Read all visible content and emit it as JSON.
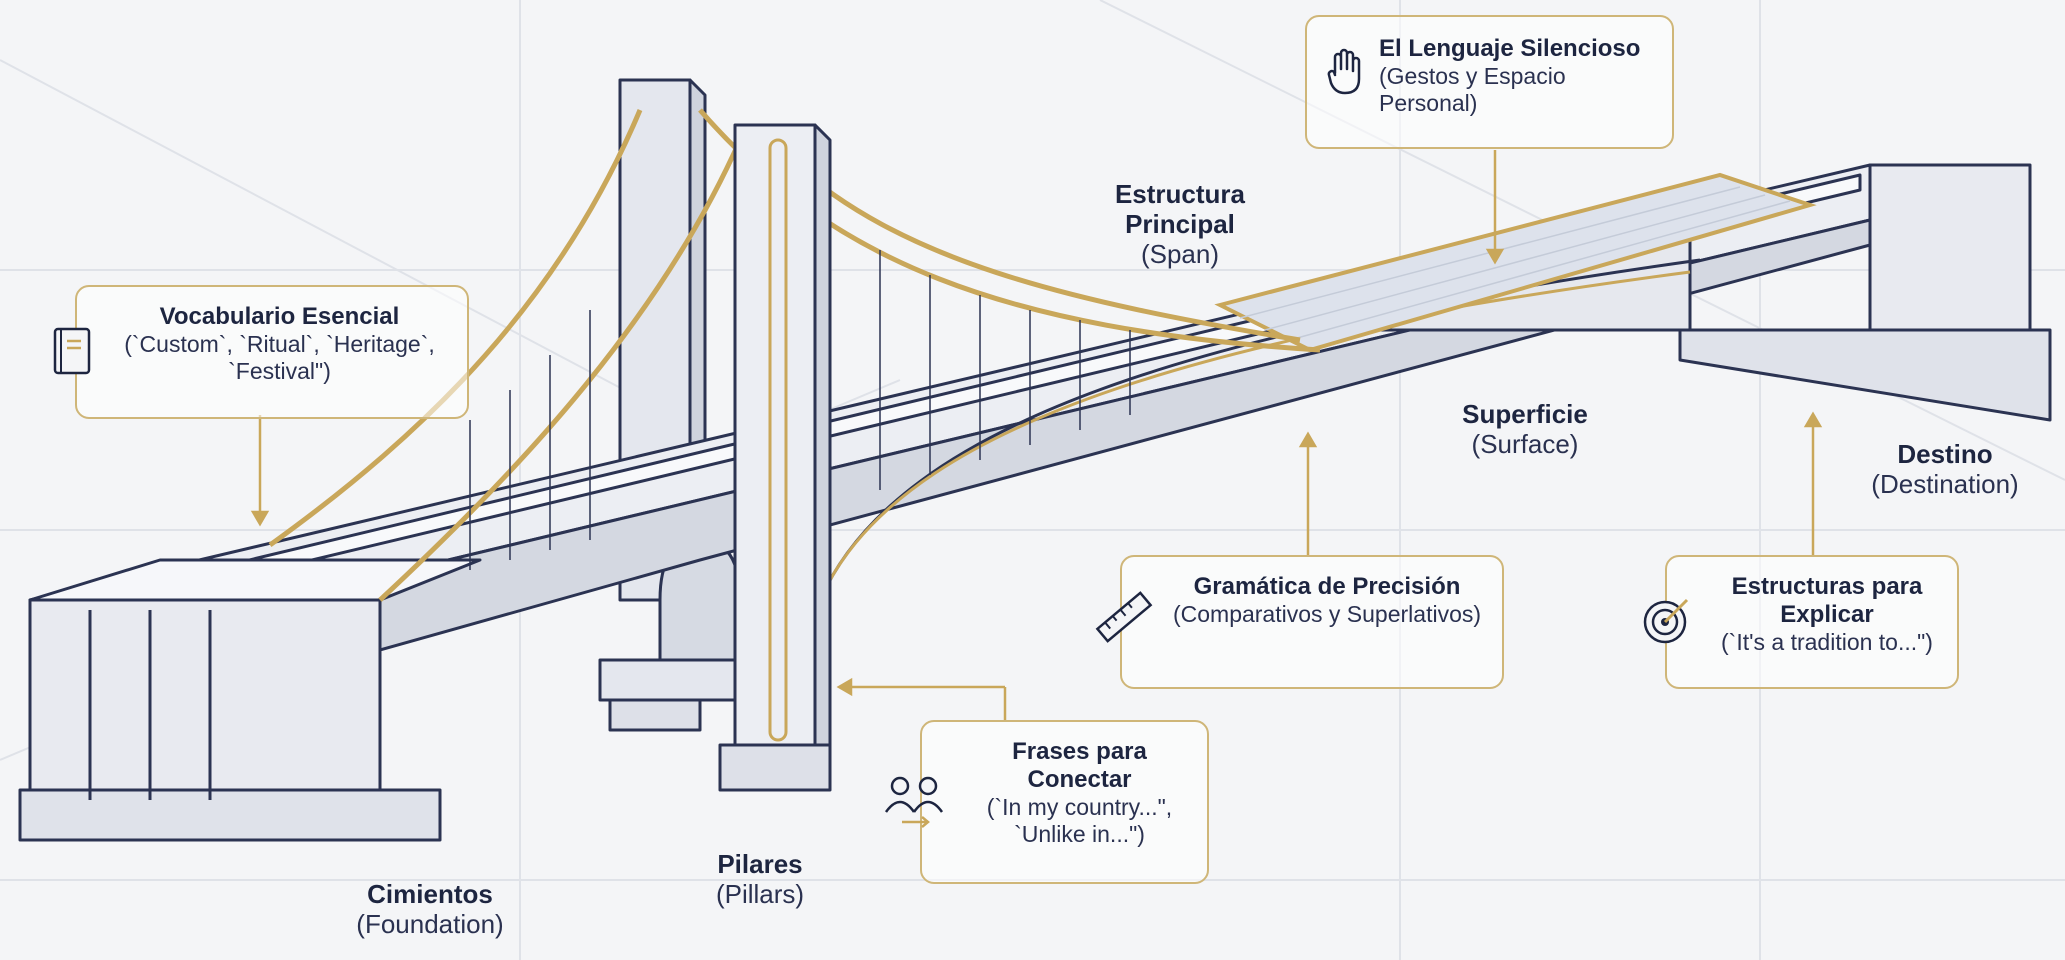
{
  "colors": {
    "accent": "#c9a75a",
    "ink": "#1d2540",
    "background": "#f4f5f7",
    "structure": "#e9ebf1"
  },
  "labels": {
    "span": {
      "title": "Estructura Principal",
      "subtitle": "(Span)"
    },
    "surface": {
      "title": "Superficie",
      "subtitle": "(Surface)"
    },
    "destination": {
      "title": "Destino",
      "subtitle": "(Destination)"
    },
    "pillars": {
      "title": "Pilares",
      "subtitle": "(Pillars)"
    },
    "foundation": {
      "title": "Cimientos",
      "subtitle": "(Foundation)"
    }
  },
  "boxes": {
    "silent_language": {
      "icon": "hand-icon",
      "title": "El Lenguaje Silencioso",
      "subtitle": "(Gestos y Espacio Personal)"
    },
    "vocabulary": {
      "icon": "book-icon",
      "title": "Vocabulario Esencial",
      "subtitle": "(`Custom`, `Ritual`, `Heritage`, `Festival\")"
    },
    "grammar": {
      "icon": "ruler-icon",
      "title": "Gramática de Precisión",
      "subtitle": "(Comparativos y Superlativos)"
    },
    "explain": {
      "icon": "target-icon",
      "title": "Estructuras para Explicar",
      "subtitle": "(`It's a tradition to...\")"
    },
    "connect": {
      "icon": "people-icon",
      "title": "Frases para Conectar",
      "subtitle": "(`In my country...\", `Unlike in...\")"
    }
  }
}
